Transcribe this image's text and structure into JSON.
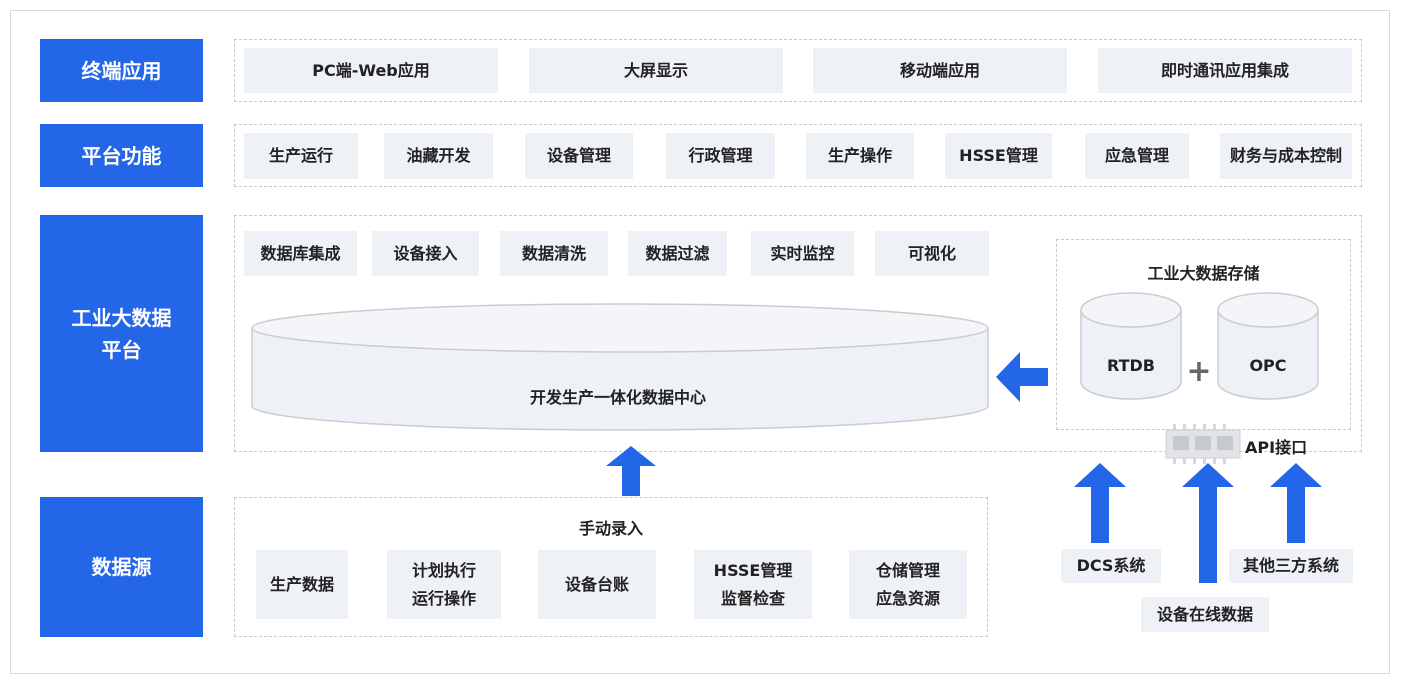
{
  "layers": {
    "terminal": "终端应用",
    "platform": "平台功能",
    "bigdata": "工业大数据平台",
    "datasource": "数据源"
  },
  "terminal_apps": [
    "PC端-Web应用",
    "大屏显示",
    "移动端应用",
    "即时通讯应用集成"
  ],
  "platform_funcs": [
    "生产运行",
    "油藏开发",
    "设备管理",
    "行政管理",
    "生产操作",
    "HSSE管理",
    "应急管理",
    "财务与成本控制"
  ],
  "bigdata_funcs": [
    "数据库集成",
    "设备接入",
    "数据清洗",
    "数据过滤",
    "实时监控",
    "可视化"
  ],
  "data_center": "开发生产一体化数据中心",
  "storage": {
    "title": "工业大数据存储",
    "db1": "RTDB",
    "plus": "+",
    "db2": "OPC",
    "api": "API接口"
  },
  "manual": {
    "title": "手动录入",
    "items": [
      "生产数据",
      "计划执行\n运行操作",
      "设备台账",
      "HSSE管理\n监督检查",
      "仓储管理\n应急资源"
    ]
  },
  "sources": {
    "dcs": "DCS系统",
    "device_online": "设备在线数据",
    "third_party": "其他三方系统"
  },
  "colors": {
    "accent": "#2466e8",
    "chip": "#eef1f6",
    "arrow": "#2466e8"
  }
}
